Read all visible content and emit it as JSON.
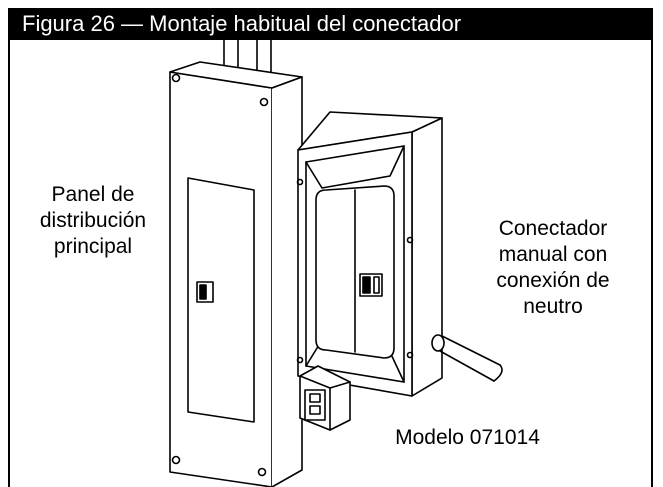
{
  "figure": {
    "title": "Figura 26 — Montaje habitual del conectador"
  },
  "labels": {
    "main_panel": [
      "Panel de",
      "distribución",
      "principal"
    ],
    "connector": [
      "Conectador",
      "manual con",
      "conexión de",
      "neutro"
    ],
    "model": "Modelo 071014"
  }
}
